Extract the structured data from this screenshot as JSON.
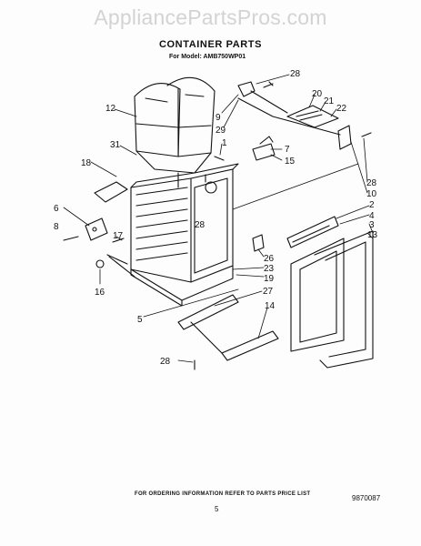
{
  "watermark": "AppliancePartsPros.com",
  "title": "CONTAINER PARTS",
  "subtitle": "For Model: AMB750WP01",
  "footer_note": "FOR ORDERING INFORMATION REFER TO PARTS PRICE LIST",
  "page_number": "5",
  "document_number": "9870087",
  "part_labels": [
    "28",
    "20",
    "21",
    "22",
    "12",
    "9",
    "29",
    "31",
    "1",
    "7",
    "15",
    "18",
    "28",
    "10",
    "2",
    "4",
    "6",
    "3",
    "13",
    "8",
    "28",
    "17",
    "26",
    "23",
    "19",
    "16",
    "27",
    "5",
    "14",
    "28"
  ]
}
